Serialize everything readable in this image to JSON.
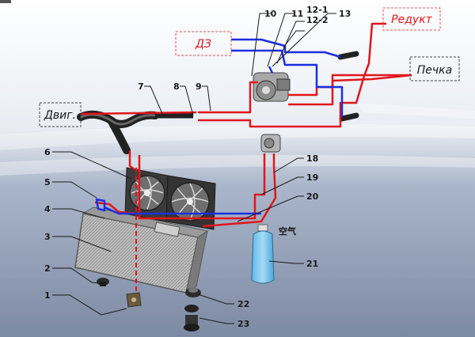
{
  "labels": {
    "de": "ДЗ",
    "reduct": "Редукт",
    "pechka": "Печка",
    "dvig": "Двиг.",
    "air": "空气"
  },
  "numbers": [
    "1",
    "2",
    "3",
    "4",
    "5",
    "6",
    "7",
    "8",
    "9",
    "10",
    "11",
    "12-1",
    "12-2",
    "13",
    "18",
    "19",
    "20",
    "21",
    "22",
    "23"
  ],
  "colors": {
    "red_line": "#e0161c",
    "blue_line": "#1a2fe0",
    "label_red": "#e0161c",
    "label_dark": "#1a1a1a",
    "box_red": "#e05050",
    "box_dark": "#404040"
  }
}
